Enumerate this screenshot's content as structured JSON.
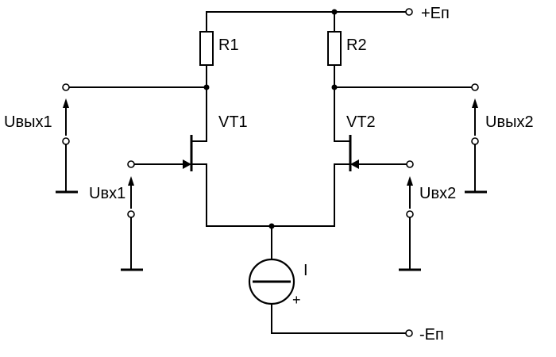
{
  "labels": {
    "supply_pos": "+Еп",
    "supply_neg": "-Еп",
    "r1": "R1",
    "r2": "R2",
    "vt1": "VT1",
    "vt2": "VT2",
    "current_source": "I",
    "plus_sign": "+",
    "uout1": "Uвых1",
    "uout2": "Uвых2",
    "uin1": "Uвх1",
    "uin2": "Uвх2"
  }
}
